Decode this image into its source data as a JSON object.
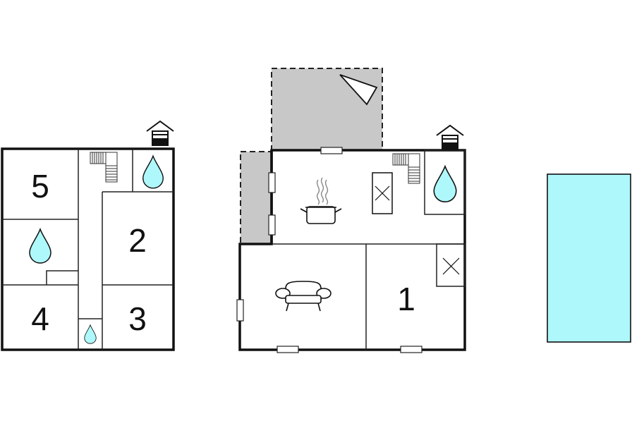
{
  "colors": {
    "wall": "#111111",
    "water": "#aef8fb",
    "terrace": "#c8c8c8",
    "pool": "#aef8fb",
    "door": "#ffffff"
  },
  "rooms": {
    "left_top_left": "5",
    "left_right_middle": "2",
    "left_bottom_left": "4",
    "left_bottom_right": "3",
    "right_bottom_right": "1"
  },
  "icons": {
    "entrance": "entrance-house-icon",
    "stairs": "stairs-icon",
    "water": "water-drop-icon",
    "kitchen": "cooking-pot-icon",
    "fireplace": "crossed-box-icon",
    "sofa": "sofa-icon",
    "sun": "sun-direction-icon"
  }
}
